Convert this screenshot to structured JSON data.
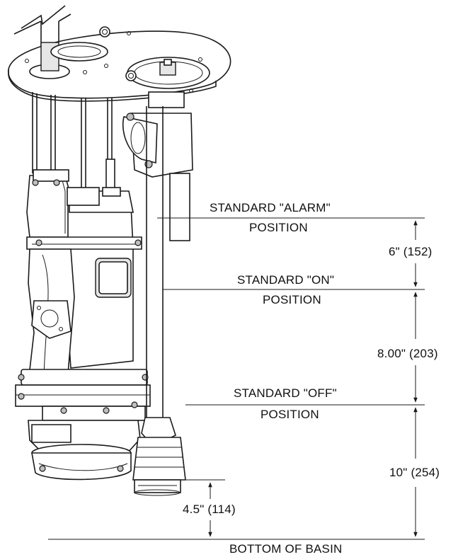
{
  "labels": {
    "alarm_line1": "STANDARD \"ALARM\"",
    "alarm_line2": "POSITION",
    "on_line1": "STANDARD \"ON\"",
    "on_line2": "POSITION",
    "off_line1": "STANDARD \"OFF\"",
    "off_line2": "POSITION",
    "bottom": "BOTTOM OF BASIN"
  },
  "dimensions": {
    "alarm_to_on": "6\" (152)",
    "on_to_off": "8.00\" (203)",
    "off_to_bottom": "10\" (254)",
    "float_to_bottom": "4.5\" (114)"
  }
}
